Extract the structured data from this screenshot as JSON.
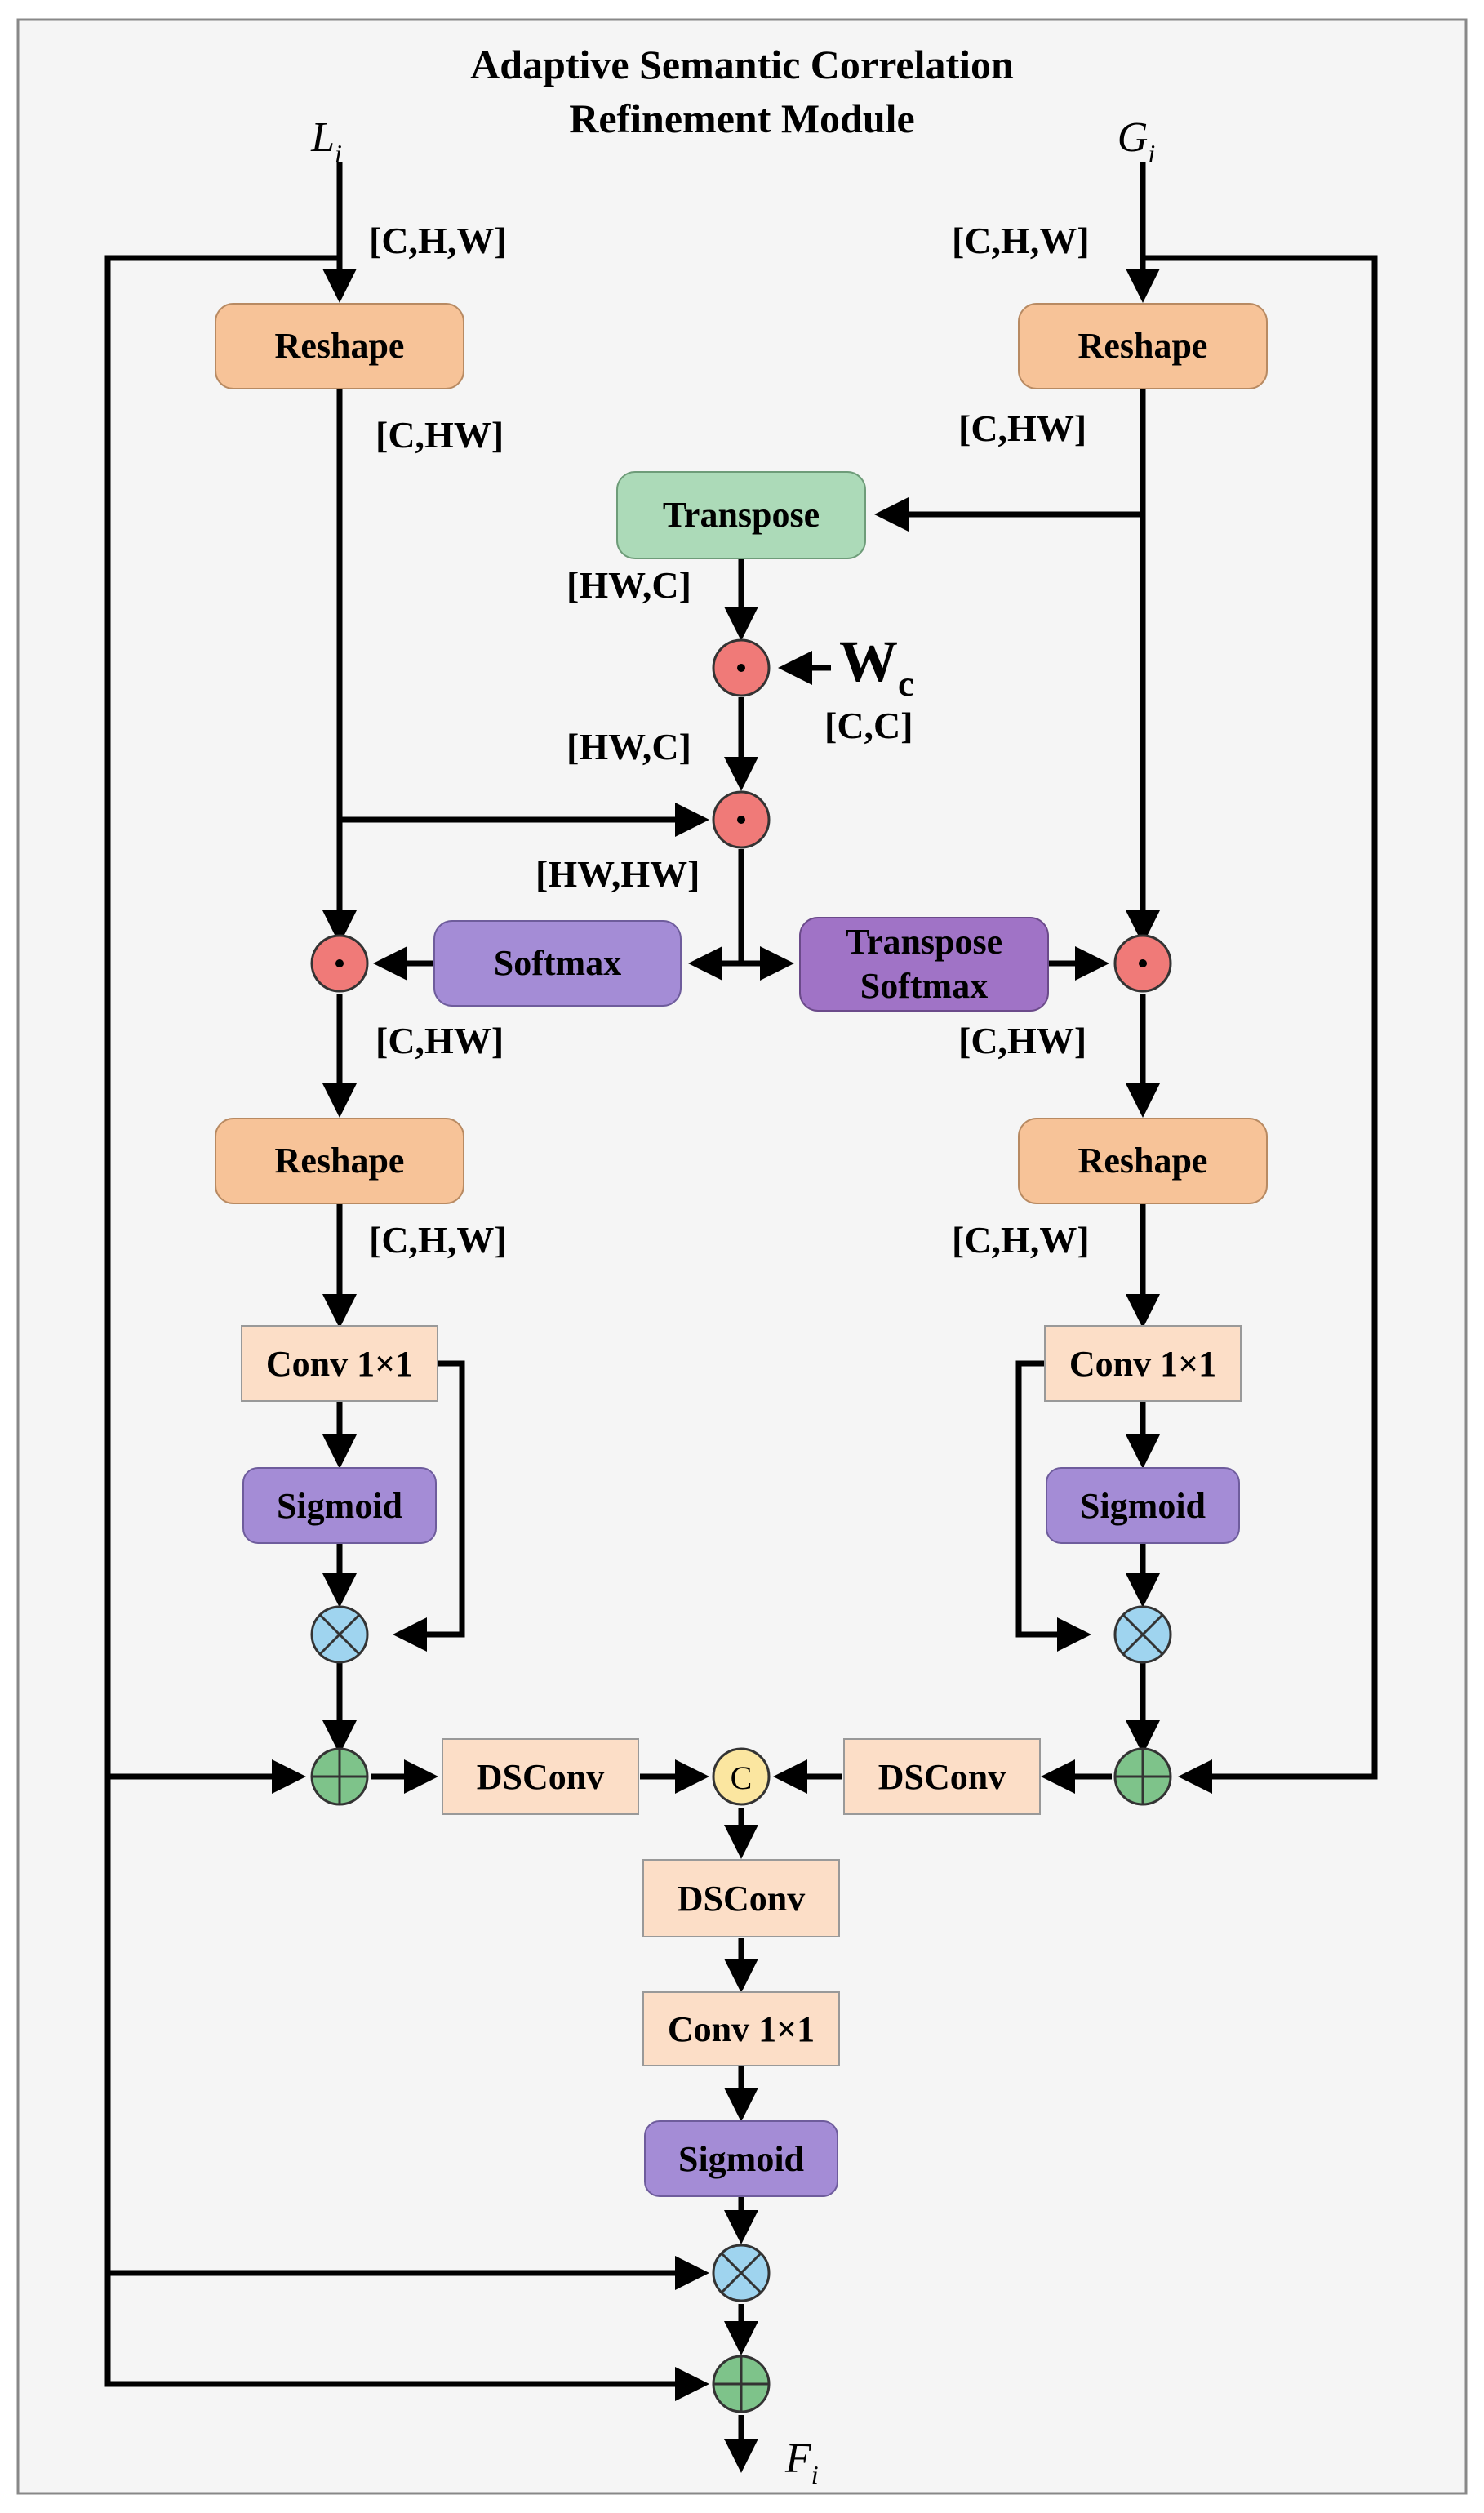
{
  "title": {
    "line1": "Adaptive Semantic Correlation",
    "line2": "Refinement Module"
  },
  "inputs": {
    "left_symbol": "L",
    "left_sub": "i",
    "right_symbol": "G",
    "right_sub": "i"
  },
  "output": {
    "symbol": "F",
    "sub": "i"
  },
  "blocks": {
    "reshape": "Reshape",
    "transpose": "Transpose",
    "softmax": "Softmax",
    "transpose_softmax_1": "Transpose",
    "transpose_softmax_2": "Softmax",
    "conv1x1": "Conv 1×1",
    "sigmoid": "Sigmoid",
    "dsconv": "DSConv"
  },
  "shapes": {
    "chw": "[C,H,W]",
    "chw_flat": "[C,HW]",
    "hwc": "[HW,C]",
    "cc": "[C,C]",
    "hwhw": "[HW,HW]"
  },
  "weight": {
    "symbol": "W",
    "sub": "c"
  },
  "operators": {
    "dot": "•",
    "concat": "C"
  },
  "colors": {
    "reshape": "#f7c398",
    "transpose": "#acdab8",
    "softmax": "#a48cd6",
    "transpose_softmax": "#a073c6",
    "sigmoid": "#a48cd6",
    "conv": "#fcdec7",
    "dot_op": "#f07a78",
    "mul_op": "#9fd4ef",
    "add_op": "#7ec38a",
    "concat_op": "#fbe6a0",
    "background": "#f5f5f5"
  }
}
